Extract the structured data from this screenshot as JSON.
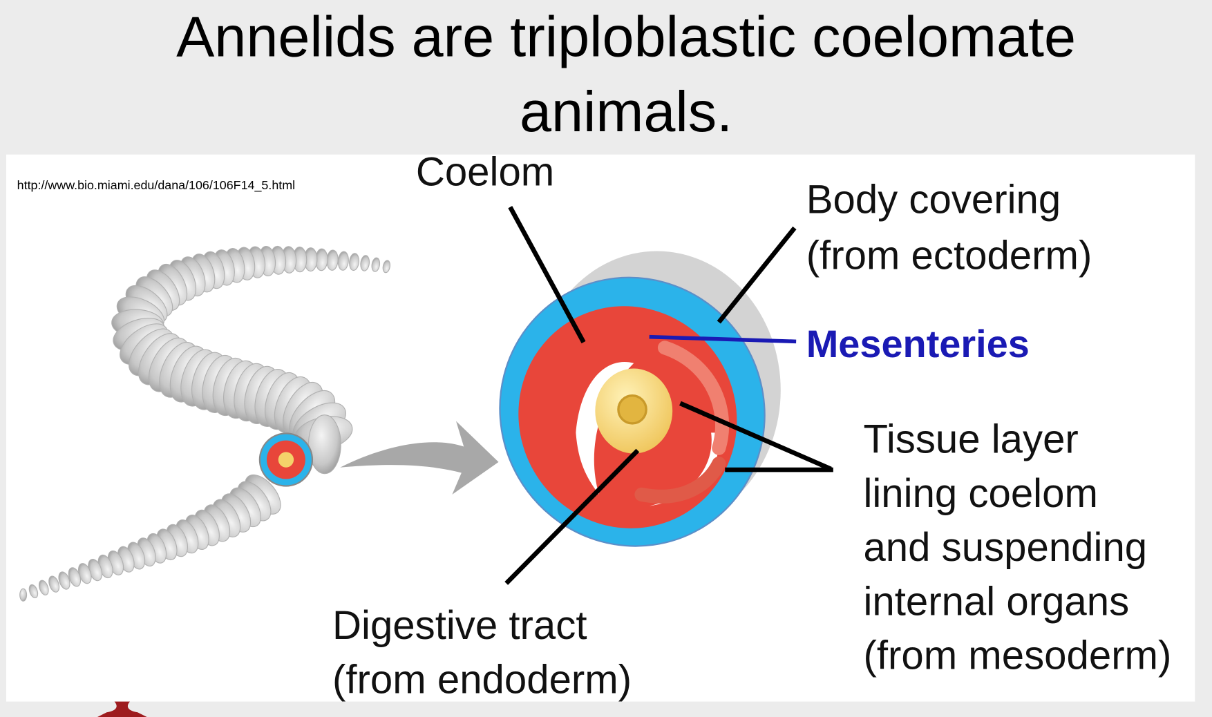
{
  "slide": {
    "title_lines": [
      "Annelids are triploblastic coelomate",
      "animals."
    ],
    "source_url": "http://www.bio.miami.edu/dana/106/106F14_5.html"
  },
  "diagram": {
    "labels": {
      "coelom": "Coelom",
      "body_covering": [
        "Body covering",
        "(from ectoderm)"
      ],
      "mesenteries": "Mesenteries",
      "tissue_layer": [
        "Tissue layer",
        "lining coelom",
        "and suspending",
        "internal organs",
        "(from mesoderm)"
      ],
      "digestive_tract": [
        "Digestive tract",
        "(from endoderm)"
      ]
    },
    "colors": {
      "ectoderm": "#2bb3ea",
      "mesoderm": "#e8463a",
      "endoderm": "#f4d36a",
      "mesenteries_label": "#1a1ab4"
    }
  }
}
